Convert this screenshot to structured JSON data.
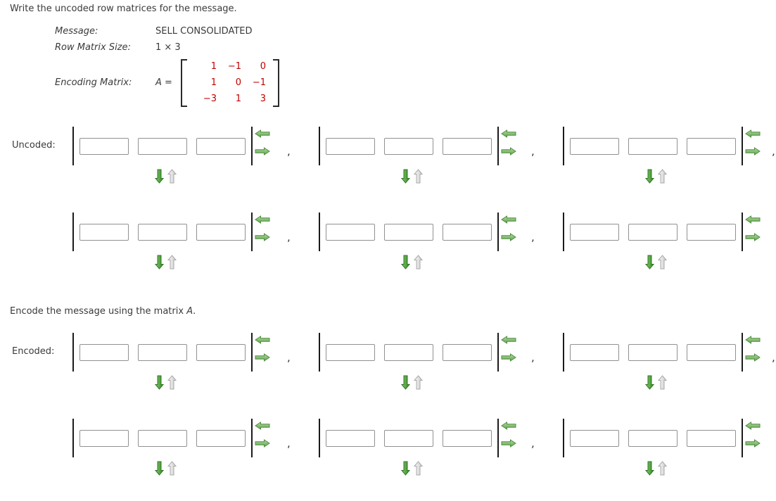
{
  "instructions": {
    "uncoded": "Write the uncoded row matrices for the message.",
    "encoded_prefix": "Encode the message using the matrix ",
    "encoded_var": "A",
    "encoded_suffix": "."
  },
  "problem": {
    "message_label": "Message:",
    "message_value": "SELL CONSOLIDATED",
    "size_label": "Row Matrix Size:",
    "size_value": "1 × 3",
    "matrix_label": "Encoding Matrix:",
    "matrix_lhs": "A =",
    "matrix_rows": [
      [
        "1",
        "−1",
        "0"
      ],
      [
        "1",
        "0",
        "−1"
      ],
      [
        "−3",
        "1",
        "3"
      ]
    ]
  },
  "answers": {
    "uncoded_label": "Uncoded:",
    "encoded_label": "Encoded:",
    "separator": ",",
    "cell_value": "",
    "cell_placeholder": "",
    "uncoded_matrix_count": 6,
    "encoded_matrix_count": 6,
    "cells_per_matrix": 3
  },
  "icons": {
    "left_arrow": "remove-column-arrow",
    "right_arrow": "add-column-arrow",
    "down_arrow": "add-row-arrow",
    "up_arrow": "remove-row-arrow"
  },
  "colors": {
    "matrix_values": "#c00000",
    "body_text": "#3a3a3a",
    "arrow_green_light": "#b5dba7",
    "arrow_green_dark": "#41912f",
    "arrow_gray": "#cfcfcf",
    "input_border": "#919191"
  }
}
